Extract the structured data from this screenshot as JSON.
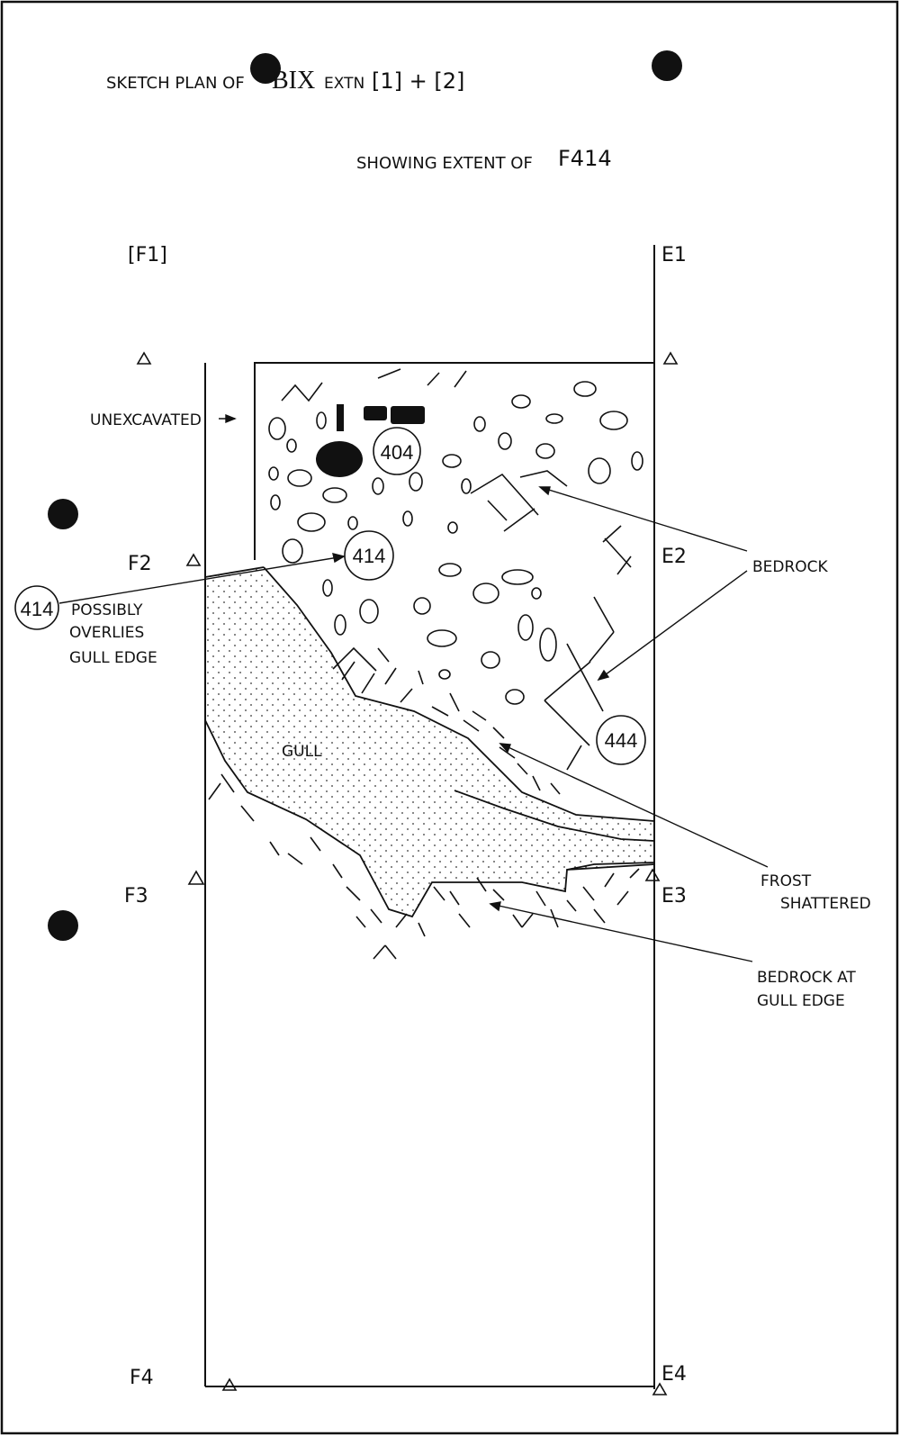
{
  "title": {
    "prefix": "SKETCH PLAN OF",
    "site": "BIX",
    "extn": "EXTN",
    "parts": "[1] + [2]"
  },
  "subtitle": {
    "prefix": "SHOWING EXTENT OF",
    "feature": "F414"
  },
  "grid_points": {
    "f1": "[F1]",
    "e1": "E1",
    "f2": "F2",
    "e2": "E2",
    "f3": "F3",
    "e3": "E3",
    "f4": "F4",
    "e4": "E4"
  },
  "contexts": {
    "c404": "404",
    "c414": "414",
    "c414_note": "414",
    "c444": "444"
  },
  "labels": {
    "unexcavated": "UNEXCAVATED",
    "bedrock": "BEDROCK",
    "gull": "GULL",
    "frost_1": "FROST",
    "frost_2": "SHATTERED",
    "bedrock_gull_1": "BEDROCK AT",
    "bedrock_gull_2": "GULL EDGE",
    "note_1": "POSSIBLY",
    "note_2": "OVERLIES",
    "note_3": "GULL EDGE"
  }
}
